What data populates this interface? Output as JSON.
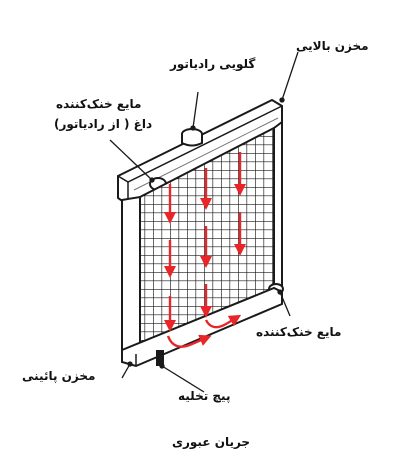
{
  "labels": {
    "upper_tank": "مخزن بالایی",
    "radiator_cap": "گلویی رادیاتور",
    "hot_coolant_line1": "مایع خنک‌کننده",
    "hot_coolant_line2": "داغ ( از رادیاتور)",
    "coolant_inlet": "مایع خنک‌کننده",
    "lower_tank": "مخزن پائینی",
    "drain_plug": "پیچ تخلیه",
    "caption": "جریان عبوری"
  },
  "colors": {
    "flow_arrow": "#e8262a",
    "outline": "#1a1a1a",
    "background": "#ffffff"
  }
}
